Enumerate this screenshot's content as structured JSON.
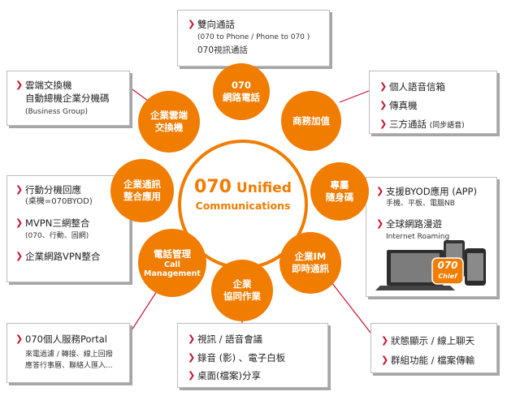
{
  "center": {
    "line1_num": "070",
    "line1_word": "Unified",
    "line2": "Communications"
  },
  "nodes": {
    "network_phone": [
      "070",
      "網路電話"
    ],
    "business_vas": [
      "商務加值"
    ],
    "dedicated_mobile": [
      "專屬",
      "隨身碼"
    ],
    "enterprise_im": [
      "企業IM",
      "即時通訊"
    ],
    "collaboration": [
      "企業",
      "協同作業"
    ],
    "call_management": [
      "電話管理",
      "Call",
      "Management"
    ],
    "enterprise_comm_integration": [
      "企業通訊",
      "整合應用"
    ],
    "cloud_pbx": [
      "企業雲端",
      "交換機"
    ]
  },
  "boxes": {
    "top": {
      "item1": "雙向通話",
      "item1_sub": "(070 to Phone / Phone to 070 )",
      "item1_sub2": "070視訊通話"
    },
    "top_left": {
      "line1": "雲端交換機",
      "line2": "自動總機企業分機碼",
      "line3": "(Business Group)"
    },
    "top_right": {
      "item1": "個人語音信箱",
      "item2": "傳真機",
      "item3": "三方通話",
      "item3_sub": "(同步語音)"
    },
    "middle_left": {
      "item1": "行動分機回應",
      "item1_sub": "(桌機=070BYOD)",
      "item2": "MVPN三網整合",
      "item2_sub": "(070、行動、固網)",
      "item3": "企業網路VPN整合"
    },
    "middle_right": {
      "item1": "支援BYOD應用 (APP)",
      "item1_sub": "手機、平板、電腦NB",
      "item2": "全球網路漫遊",
      "item2_sub": "Internet Roaming",
      "badge_top": "070",
      "badge_bottom": "Chief"
    },
    "bottom_left": {
      "item1": "070個人服務Portal",
      "sub1": "來電過濾 / 轉接、線上回撥",
      "sub2": "應答行事曆、聯絡人匯入..."
    },
    "bottom_center": {
      "item1": "視訊 / 語音會議",
      "item2": "錄音 (影) 、電子白板",
      "item3": "桌面(檔案)分享"
    },
    "bottom_right": {
      "item1": "狀態顯示 / 線上聊天",
      "item2": "群組功能 / 檔案傳輸"
    }
  },
  "colors": {
    "orange": "#f07c00",
    "connector": "#c8102e",
    "arrow": "#c8102e",
    "box_border": "#bcbcbc"
  }
}
